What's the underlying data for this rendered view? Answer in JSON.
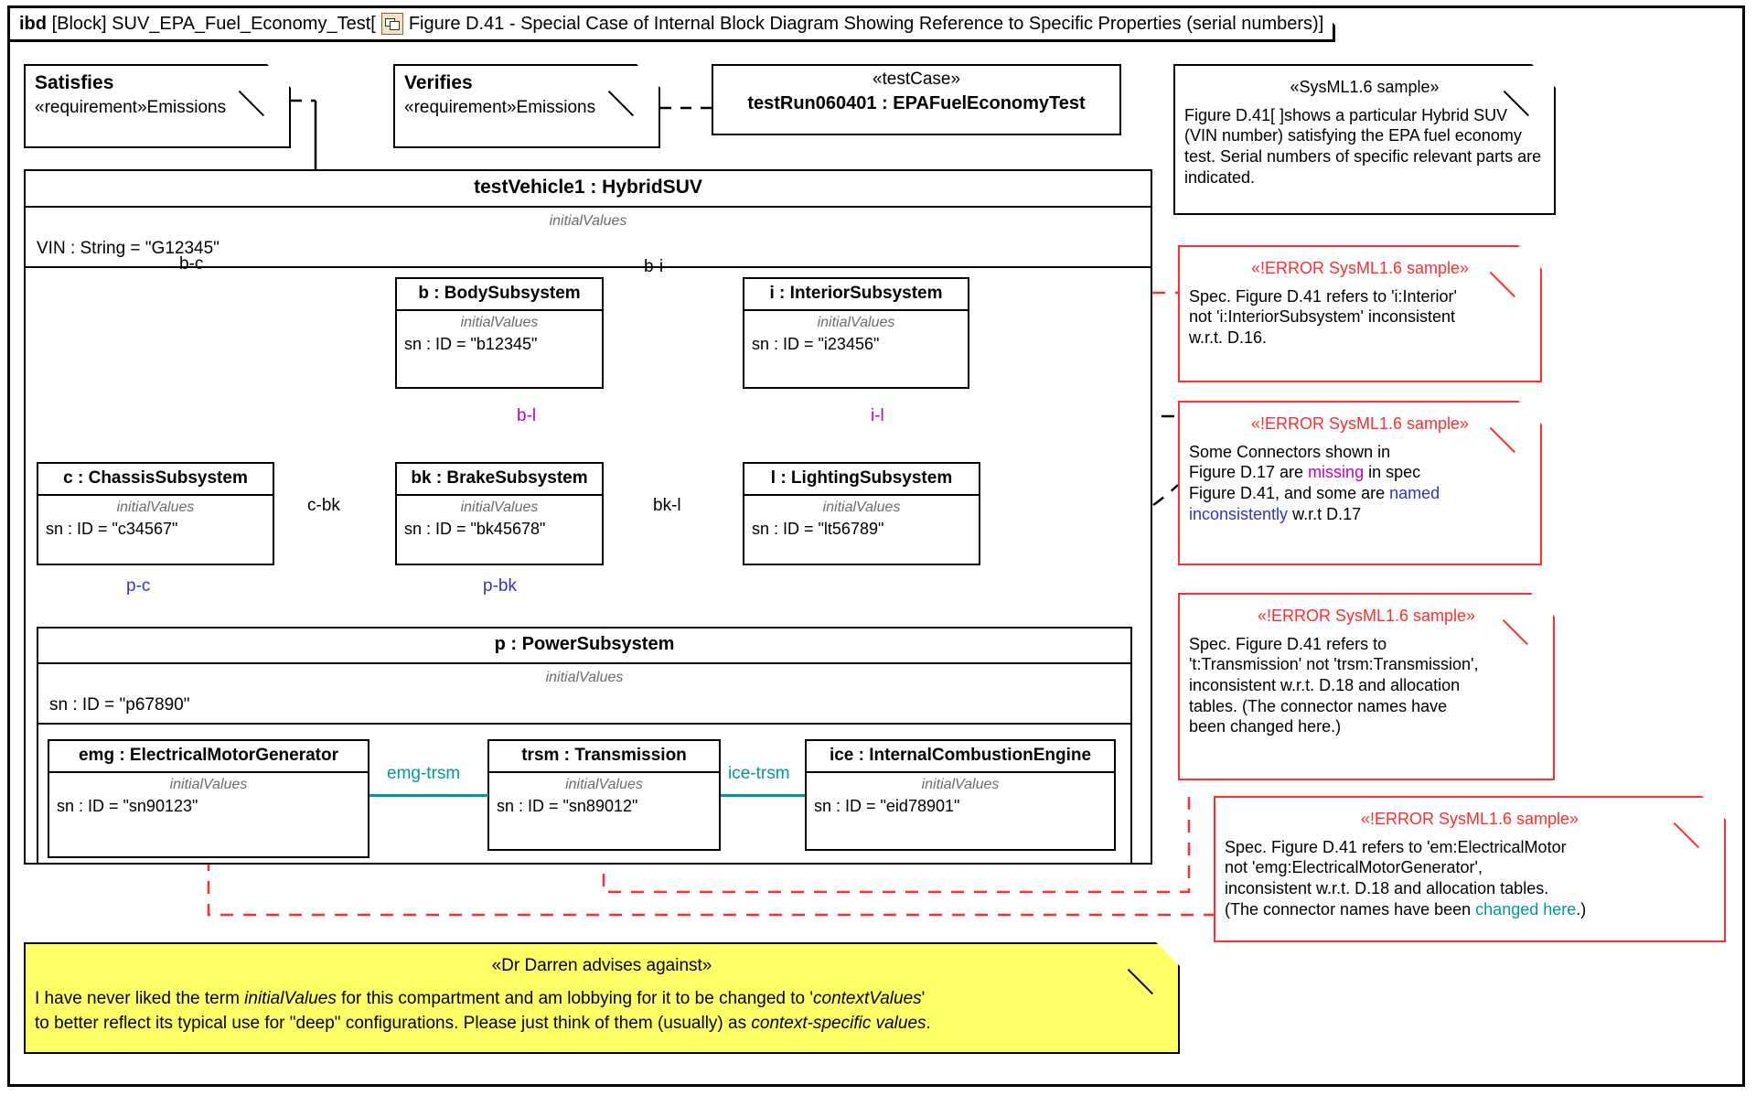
{
  "diagram": {
    "kind": "ibd",
    "block_keyword": "[Block]",
    "block_name": "SUV_EPA_Fuel_Economy_Test[",
    "icon": "diagram-icon",
    "caption": "Figure D.41 - Special Case of Internal Block Diagram Showing Reference to Specific Properties (serial numbers)]"
  },
  "colors": {
    "error_red": "#ff2d2d",
    "magenta": "#c000c0",
    "blue": "#3333cc",
    "teal": "#009999",
    "note_yellow": "#ffff66",
    "italic_gray": "#6b6b6b"
  },
  "requirement_notes": [
    {
      "name": "Satisfies",
      "stereotype": "«requirement»Emissions"
    },
    {
      "name": "Verifies",
      "stereotype": "«requirement»Emissions"
    }
  ],
  "test_case": {
    "stereotype": "«testCase»",
    "name": "testRun060401 : EPAFuelEconomyTest"
  },
  "sample_note": {
    "stereotype": "«SysML1.6 sample»",
    "body": "Figure D.41[ ]shows a particular Hybrid SUV (VIN number) satisfying the EPA fuel economy test. Serial numbers of specific relevant parts are indicated."
  },
  "vehicle": {
    "title": "testVehicle1 : HybridSUV",
    "initial_values_label": "initialValues",
    "vin": "VIN : String = \"G12345\""
  },
  "blocks": [
    {
      "id": "body",
      "title": "b : BodySubsystem",
      "iv": "initialValues",
      "value": "sn : ID = \"b12345\""
    },
    {
      "id": "interior",
      "title": "i : InteriorSubsystem",
      "iv": "initialValues",
      "value": "sn : ID = \"i23456\""
    },
    {
      "id": "chassis",
      "title": "c : ChassisSubsystem",
      "iv": "initialValues",
      "value": "sn : ID = \"c34567\""
    },
    {
      "id": "brake",
      "title": "bk : BrakeSubsystem",
      "iv": "initialValues",
      "value": "sn : ID = \"bk45678\""
    },
    {
      "id": "lighting",
      "title": "l : LightingSubsystem",
      "iv": "initialValues",
      "value": "sn : ID = \"lt56789\""
    },
    {
      "id": "power",
      "title": "p : PowerSubsystem",
      "iv": "initialValues",
      "value": "sn : ID = \"p67890\""
    },
    {
      "id": "emg",
      "title": "emg : ElectricalMotorGenerator",
      "iv": "initialValues",
      "value": "sn : ID = \"sn90123\""
    },
    {
      "id": "trsm",
      "title": "trsm : Transmission",
      "iv": "initialValues",
      "value": "sn : ID = \"sn89012\""
    },
    {
      "id": "ice",
      "title": "ice : InternalCombustionEngine",
      "iv": "initialValues",
      "value": "sn : ID = \"eid78901\""
    }
  ],
  "connectors": [
    {
      "id": "b-c",
      "label": "b-c",
      "color": "black"
    },
    {
      "id": "b-i",
      "label": "b-i",
      "color": "black"
    },
    {
      "id": "b-l",
      "label": "b-l",
      "color": "magenta"
    },
    {
      "id": "i-l",
      "label": "i-l",
      "color": "magenta"
    },
    {
      "id": "c-bk",
      "label": "c-bk",
      "color": "black"
    },
    {
      "id": "bk-l",
      "label": "bk-l",
      "color": "black"
    },
    {
      "id": "p-c",
      "label": "p-c",
      "color": "blue"
    },
    {
      "id": "p-bk",
      "label": "p-bk",
      "color": "blue"
    },
    {
      "id": "emg-trsm",
      "label": "emg-trsm",
      "color": "teal"
    },
    {
      "id": "ice-trsm",
      "label": "ice-trsm",
      "color": "teal"
    }
  ],
  "error_notes": [
    {
      "id": "err-interior",
      "stereotype": "«!ERROR SysML1.6 sample»",
      "lines": [
        [
          {
            "t": "Spec. Figure D.41 refers to 'i:Interior'"
          }
        ],
        [
          {
            "t": "not 'i:InteriorSubsystem' inconsistent"
          }
        ],
        [
          {
            "t": "w.r.t. D.16."
          }
        ]
      ]
    },
    {
      "id": "err-connectors",
      "stereotype": "«!ERROR SysML1.6 sample»",
      "lines": [
        [
          {
            "t": "Some Connectors shown in"
          }
        ],
        [
          {
            "t": "Figure D.17 are "
          },
          {
            "t": "missing",
            "c": "mg"
          },
          {
            "t": " in spec"
          }
        ],
        [
          {
            "t": "Figure D.41, and some are "
          },
          {
            "t": "named",
            "c": "bl"
          }
        ],
        [
          {
            "t": "inconsistently",
            "c": "bl"
          },
          {
            "t": " w.r.t D.17"
          }
        ]
      ]
    },
    {
      "id": "err-transmission",
      "stereotype": "«!ERROR SysML1.6 sample»",
      "lines": [
        [
          {
            "t": "Spec. Figure D.41 refers to"
          }
        ],
        [
          {
            "t": "'t:Transmission' not 'trsm:Transmission',"
          }
        ],
        [
          {
            "t": "inconsistent w.r.t. D.18 and allocation"
          }
        ],
        [
          {
            "t": "tables. (The connector names have"
          }
        ],
        [
          {
            "t": "been changed here.)"
          }
        ]
      ]
    },
    {
      "id": "err-motor",
      "stereotype": "«!ERROR SysML1.6 sample»",
      "lines": [
        [
          {
            "t": "Spec. Figure D.41 refers to 'em:ElectricalMotor"
          }
        ],
        [
          {
            "t": "not 'emg:ElectricalMotorGenerator',"
          }
        ],
        [
          {
            "t": "inconsistent w.r.t. D.18 and allocation tables."
          }
        ],
        [
          {
            "t": "(The connector names have been "
          },
          {
            "t": "changed here",
            "c": "tl"
          },
          {
            "t": ".)"
          }
        ]
      ]
    }
  ],
  "advice_note": {
    "stereotype": "«Dr Darren advises against»",
    "lines": [
      [
        {
          "t": "I have never liked the term "
        },
        {
          "t": "initialValues",
          "c": "it"
        },
        {
          "t": " for this compartment and am lobbying for it to be changed to '"
        },
        {
          "t": "contextValues",
          "c": "it"
        },
        {
          "t": "'"
        }
      ],
      [
        {
          "t": "to better reflect its typical use for \"deep\" configurations. Please just think of them (usually) as "
        },
        {
          "t": "context-specific values",
          "c": "it"
        },
        {
          "t": "."
        }
      ]
    ]
  }
}
